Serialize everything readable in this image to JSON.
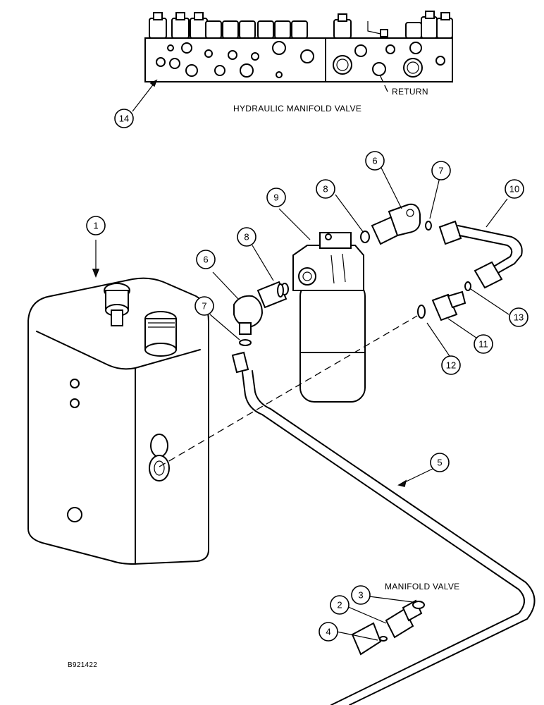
{
  "labels": {
    "hydraulic_manifold_valve": "HYDRAULIC MANIFOLD VALVE",
    "return": "RETURN",
    "manifold_valve": "MANIFOLD VALVE",
    "figure_code": "B921422"
  },
  "callouts": [
    "1",
    "2",
    "3",
    "4",
    "5",
    "6",
    "6",
    "7",
    "7",
    "8",
    "8",
    "9",
    "10",
    "11",
    "12",
    "13",
    "14"
  ]
}
